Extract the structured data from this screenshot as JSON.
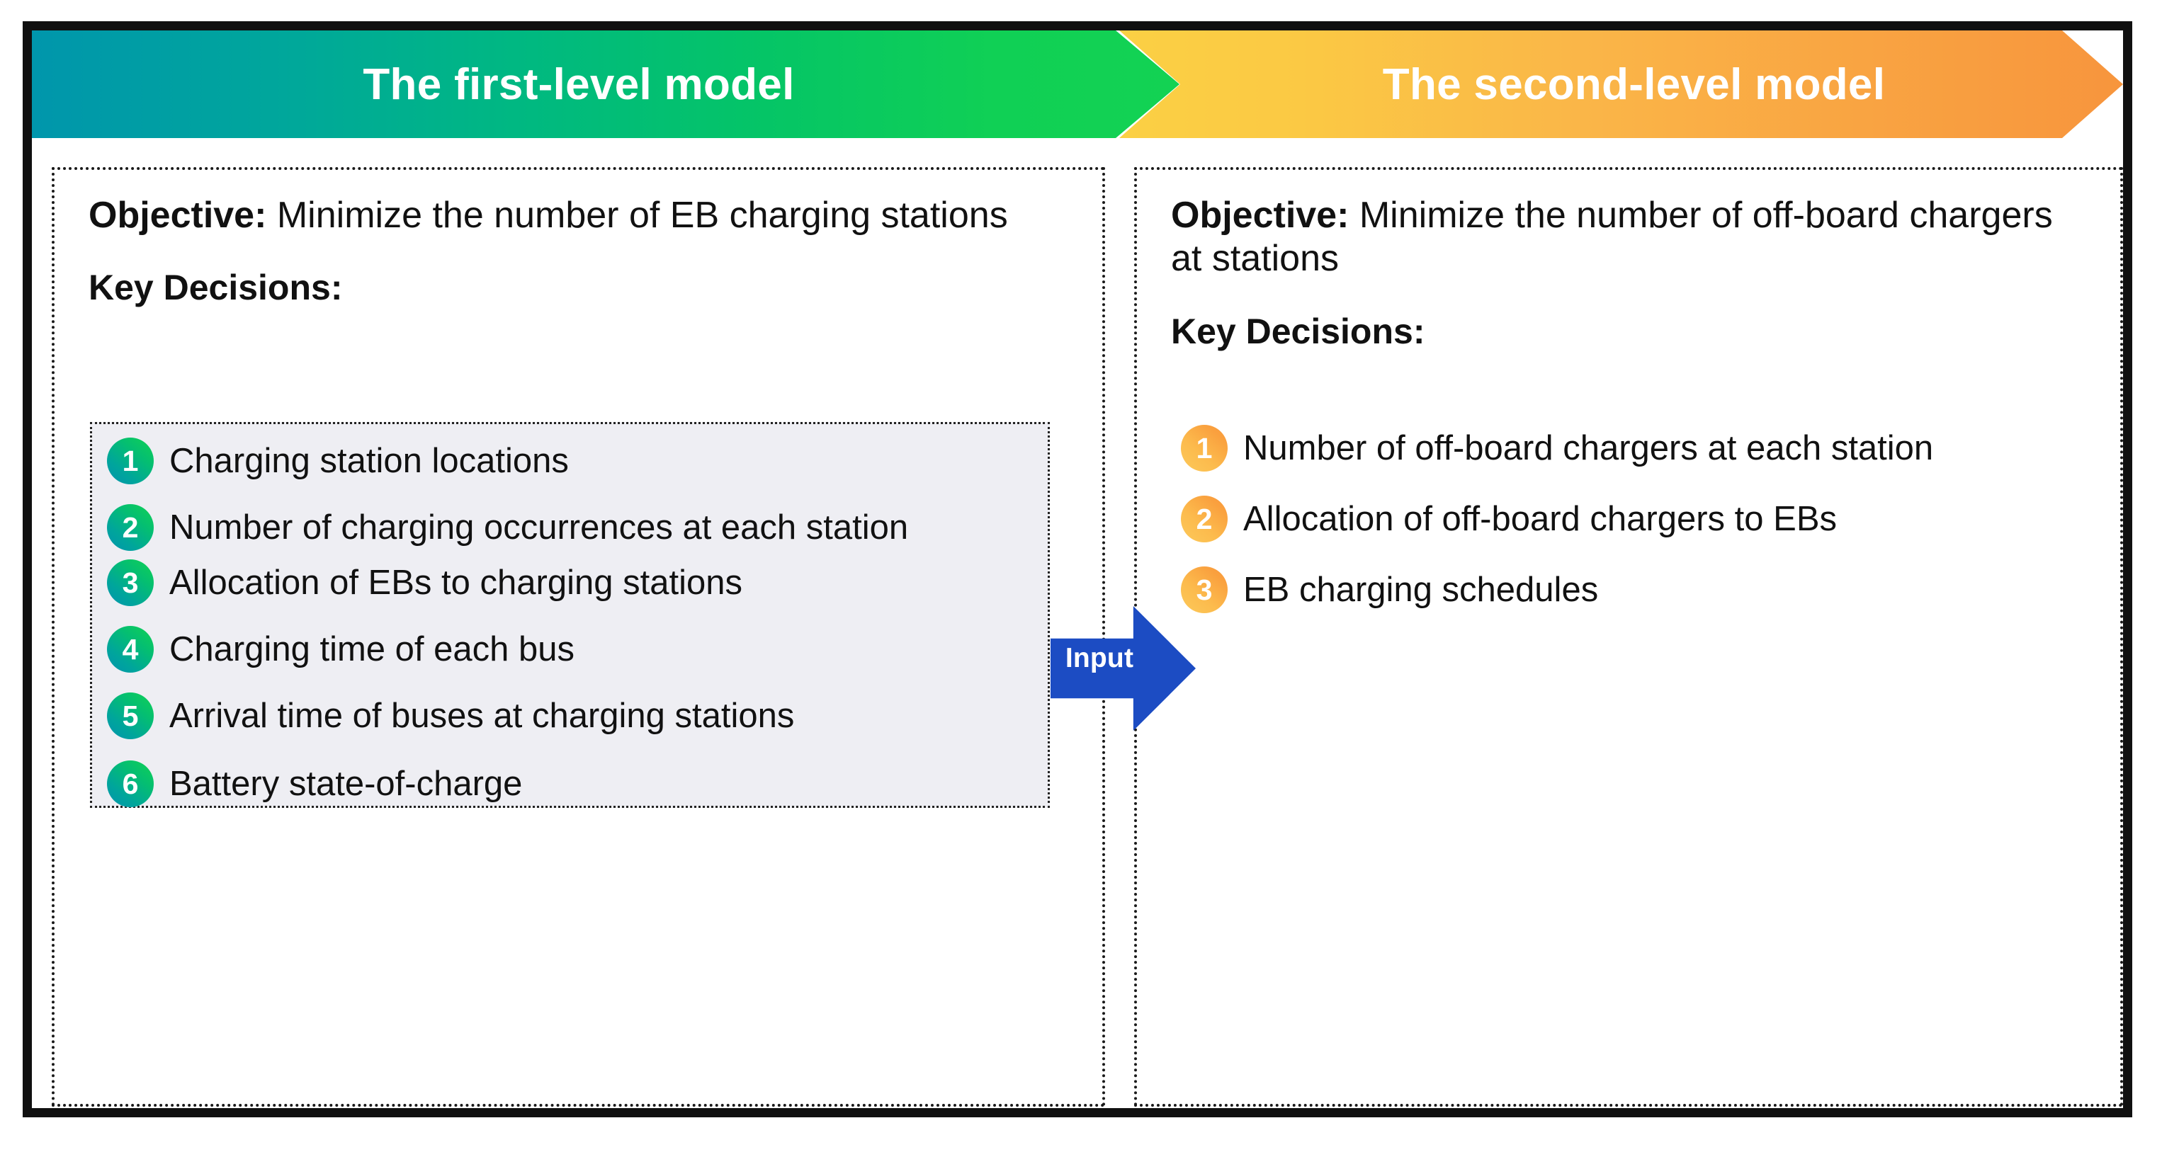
{
  "header": {
    "left_title": "The first-level model",
    "right_title": "The second-level model",
    "left_gradient_start": "#0096AC",
    "left_gradient_end": "#13D253",
    "right_gradient_start": "#FBD044",
    "right_gradient_end": "#F7953D"
  },
  "connector": {
    "label": "Input",
    "color": "#1C4CC3",
    "direction": "right"
  },
  "left_panel": {
    "objective_label": "Objective:",
    "objective_text": " Minimize the number of EB charging stations",
    "key_decisions_label": "Key Decisions:",
    "badge_color_start": "#0094AE",
    "badge_color_end": "#12D253",
    "shaded_box_color": "#EEEEF3",
    "decisions": [
      {
        "num": "1",
        "text": "Charging station locations"
      },
      {
        "num": "2",
        "text": "Number of charging occurrences at each station"
      },
      {
        "num": "3",
        "text": "Allocation of EBs to charging stations"
      },
      {
        "num": "4",
        "text": "Charging time of each bus"
      },
      {
        "num": "5",
        "text": "Arrival time of buses at charging stations"
      },
      {
        "num": "6",
        "text": "Battery state-of-charge"
      }
    ]
  },
  "right_panel": {
    "objective_label": "Objective:",
    "objective_text": " Minimize the number of off-board chargers at stations",
    "key_decisions_label": "Key Decisions:",
    "badge_color_start": "#FDC95A",
    "badge_color_end": "#F99A3C",
    "decisions": [
      {
        "num": "1",
        "text": "Number of off-board chargers at each station"
      },
      {
        "num": "2",
        "text": "Allocation of off-board chargers to EBs"
      },
      {
        "num": "3",
        "text": "EB charging schedules"
      }
    ]
  }
}
